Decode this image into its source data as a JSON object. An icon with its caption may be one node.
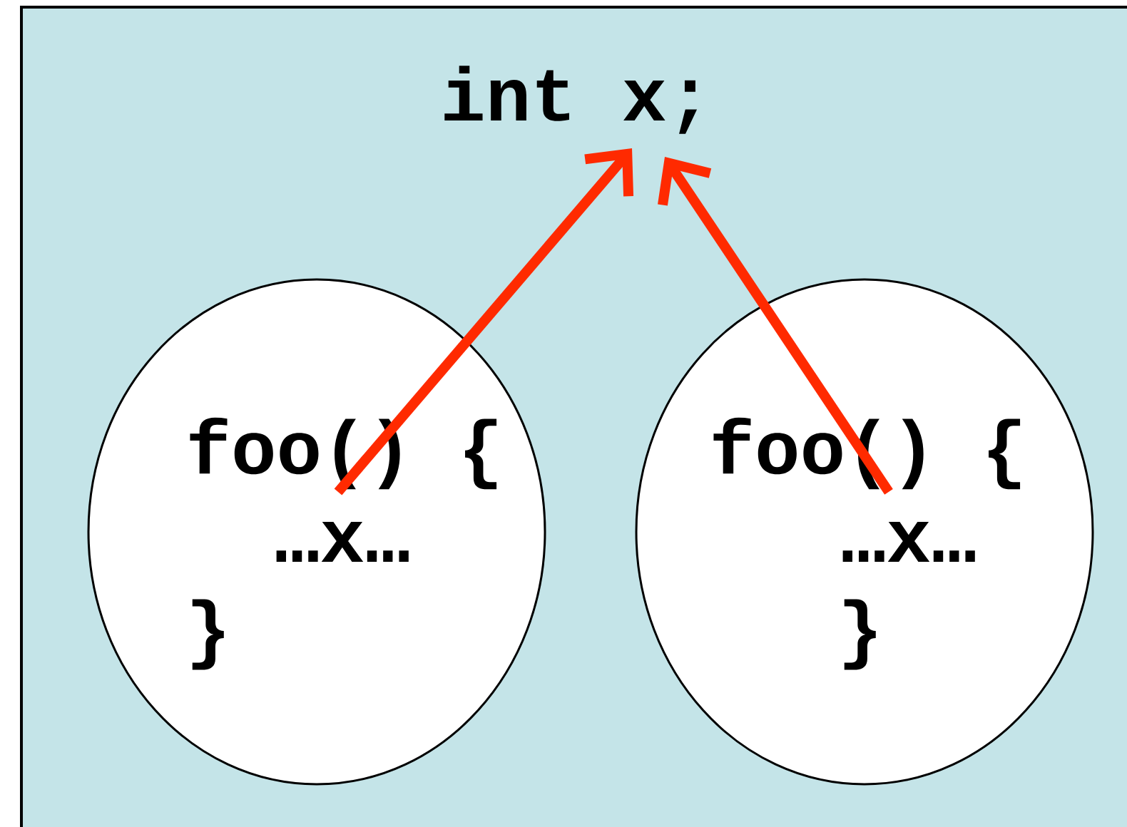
{
  "diagram": {
    "nodes": [
      {
        "text": [],
        "shape": "box"
      },
      {
        "text": [
          "int x;"
        ],
        "in": 0
      },
      {
        "text": [
          "foo() {",
          "…x…",
          "}"
        ],
        "in": 0
      },
      {
        "text": [
          "foo() {",
          "…x…",
          "}"
        ],
        "in": 0
      }
    ],
    "edges": [
      {
        "from": 2,
        "to": 1,
        "arrow": "to"
      },
      {
        "from": 3,
        "to": 1,
        "arrow": "to"
      }
    ]
  }
}
